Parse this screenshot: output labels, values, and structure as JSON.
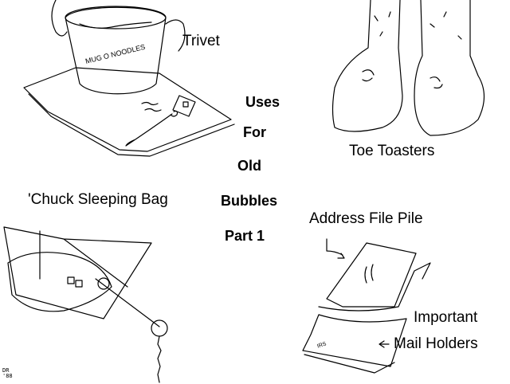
{
  "title": {
    "line1": "Uses",
    "line2": "For",
    "line3": "Old",
    "line4": "Bubbles",
    "line5": "Part 1"
  },
  "labels": {
    "trivet": "Trivet",
    "toe_toasters": "Toe Toasters",
    "chuck_sleeping_bag": "'Chuck Sleeping Bag",
    "address_file_pile": "Address File Pile",
    "important": "Important",
    "mail_holders": "Mail Holders"
  },
  "mug_text": "MUG O NOODLES",
  "envelope_text": "IRS",
  "signature": {
    "initials": "DR",
    "year": "'88"
  }
}
